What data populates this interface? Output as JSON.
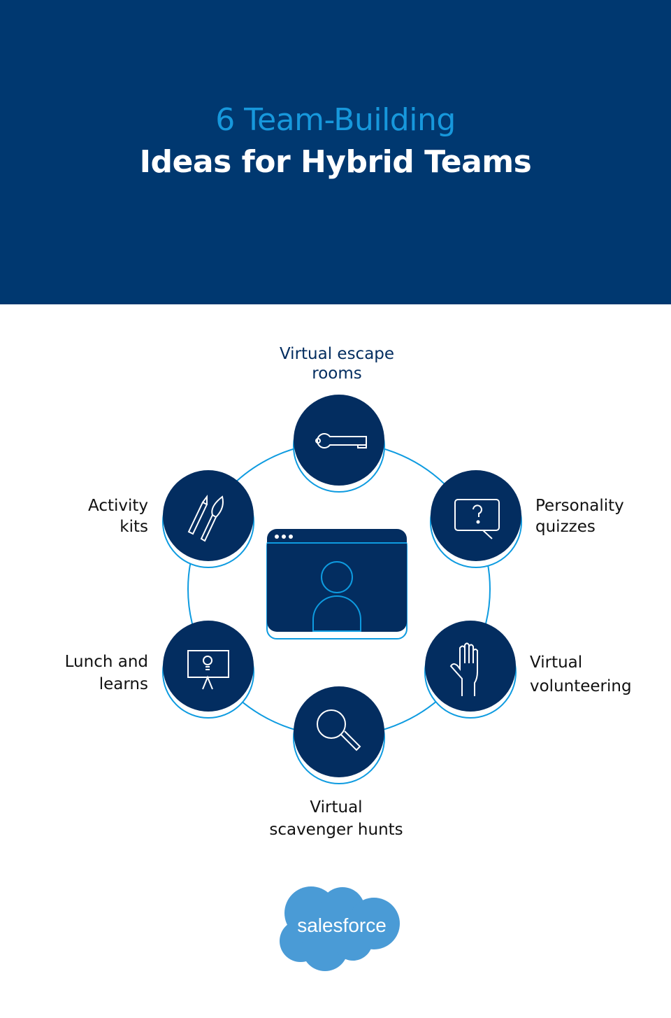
{
  "header": {
    "title_line1": "6 Team-Building",
    "title_line2": "Ideas for Hybrid Teams"
  },
  "ideas": [
    {
      "line1": "Virtual escape",
      "line2": "rooms",
      "icon": "key-icon"
    },
    {
      "line1": "Personality",
      "line2": "quizzes",
      "icon": "question-screen-icon"
    },
    {
      "line1": "Virtual",
      "line2": "volunteering",
      "icon": "raised-hand-icon"
    },
    {
      "line1": "Virtual",
      "line2": "scavenger hunts",
      "icon": "magnifier-icon"
    },
    {
      "line1": "Lunch and",
      "line2": "learns",
      "icon": "presentation-board-icon"
    },
    {
      "line1": "Activity",
      "line2": "kits",
      "icon": "pencil-brush-icon"
    }
  ],
  "center_icon": "video-call-window-icon",
  "logo": {
    "text": "salesforce"
  },
  "colors": {
    "navy": "#003870",
    "node": "#032d60",
    "accent": "#0e9be0",
    "logo": "#4a9bd6"
  }
}
